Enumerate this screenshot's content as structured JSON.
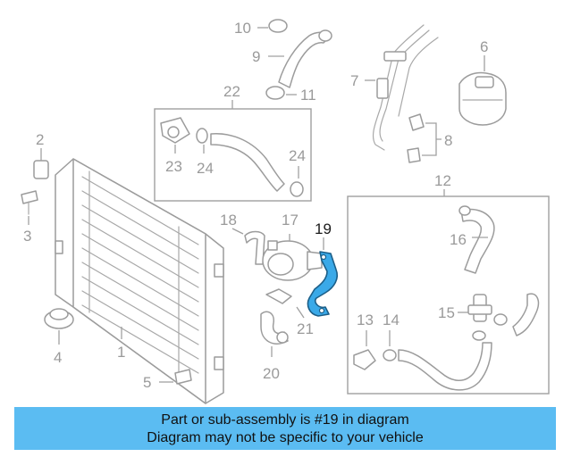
{
  "diagram": {
    "callouts": {
      "c1": "1",
      "c2": "2",
      "c3": "3",
      "c4": "4",
      "c5": "5",
      "c6": "6",
      "c7": "7",
      "c8": "8",
      "c9": "9",
      "c10": "10",
      "c11": "11",
      "c12": "12",
      "c13": "13",
      "c14": "14",
      "c15": "15",
      "c16": "16",
      "c17": "17",
      "c18": "18",
      "c19": "19",
      "c20": "20",
      "c21": "21",
      "c22": "22",
      "c23": "23",
      "c24a": "24",
      "c24b": "24"
    },
    "highlighted_part": "19",
    "colors": {
      "highlight": "#3aa9e8",
      "banner": "#5bbcf2",
      "line_art": "#9c9c9c"
    }
  },
  "banner": {
    "line1": "Part or sub-assembly is #19 in diagram",
    "line2": "Diagram may not be specific to your vehicle"
  }
}
